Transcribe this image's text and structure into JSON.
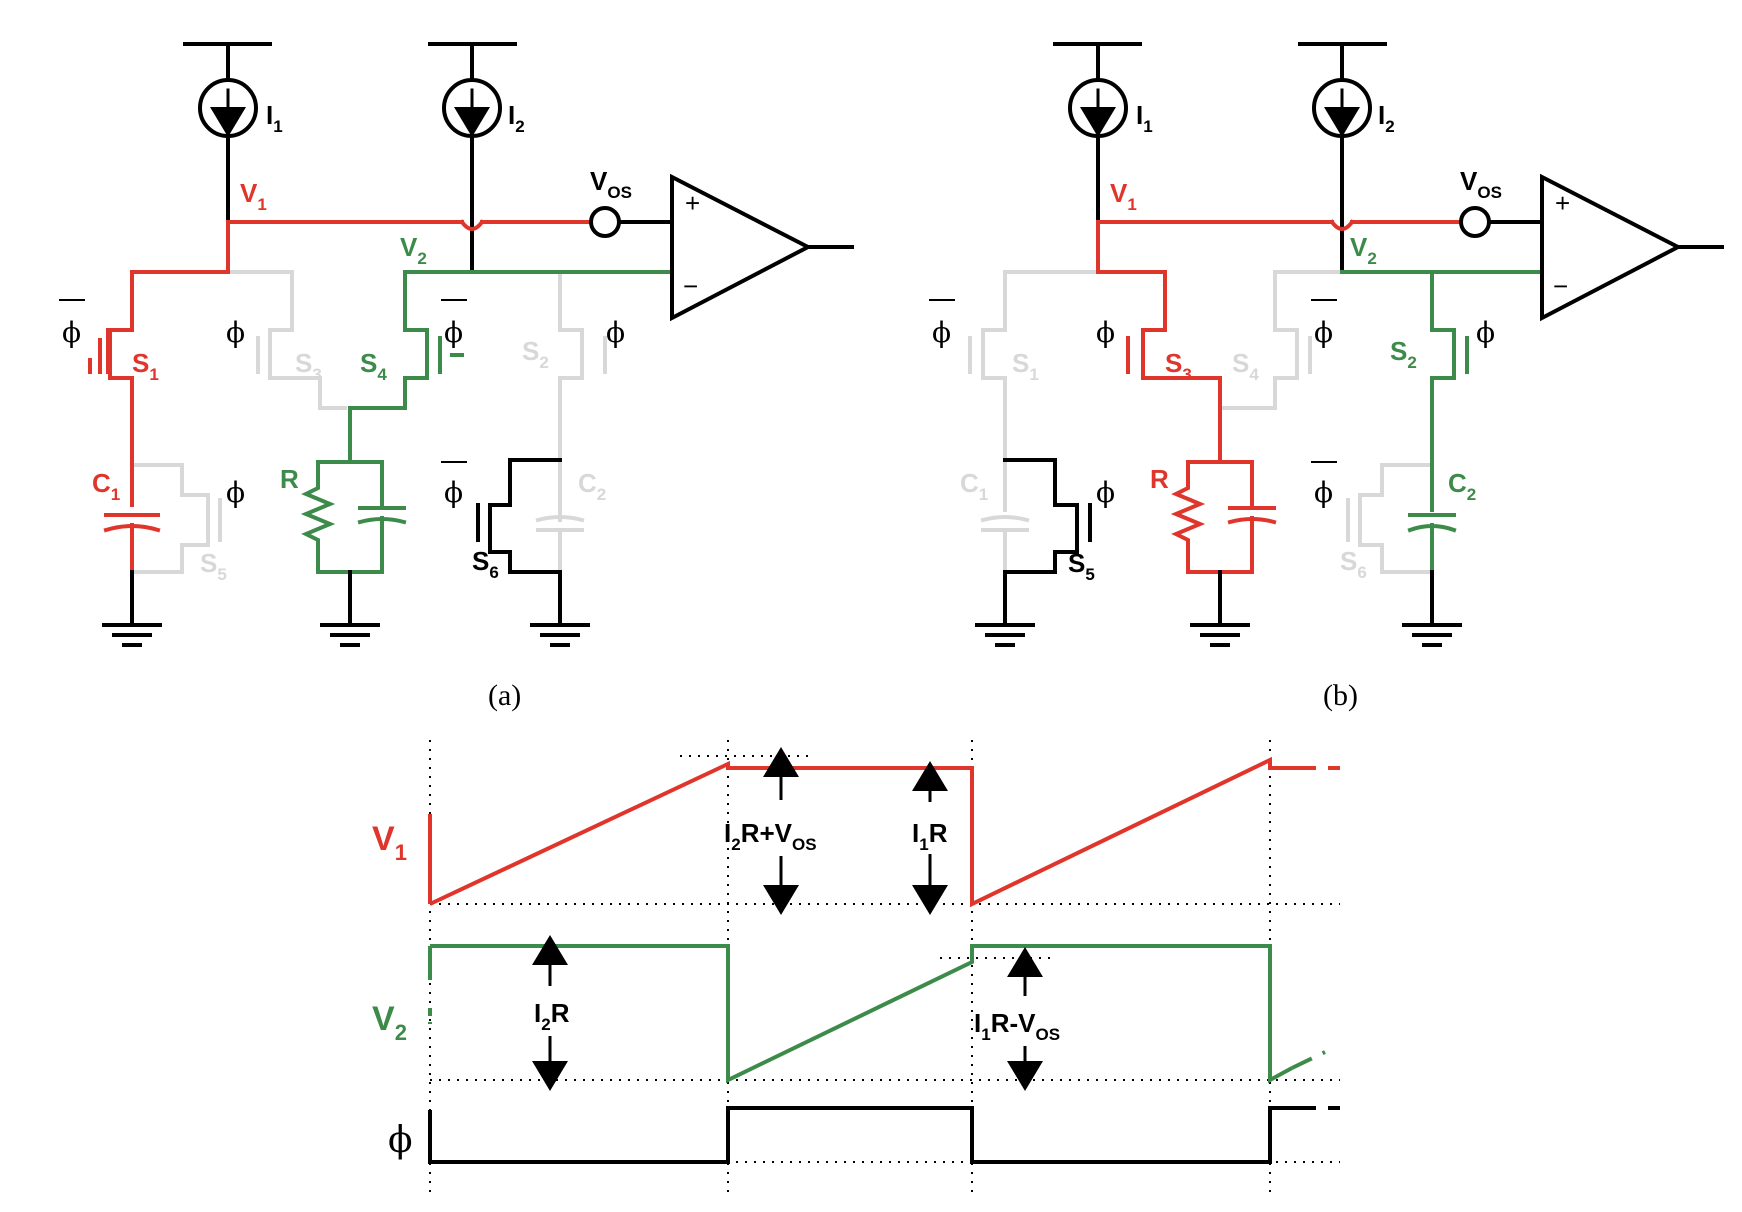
{
  "colors": {
    "red": "#e0352b",
    "green": "#3d8b4a",
    "black": "#000000",
    "gray": "#d8d8d8",
    "accent_note": "red=V1 path, green=V2 path, gray=inactive"
  },
  "captions": {
    "a": "(a)",
    "b": "(b)"
  },
  "circuit": {
    "i1": "I",
    "i1_sub": "1",
    "i2": "I",
    "i2_sub": "2",
    "v1": "V",
    "v1_sub": "1",
    "v2": "V",
    "v2_sub": "2",
    "vos": "V",
    "vos_sub": "OS",
    "plus": "+",
    "minus": "−",
    "phi": "ϕ",
    "s1": "S",
    "s1_sub": "1",
    "s2": "S",
    "s2_sub": "2",
    "s3": "S",
    "s3_sub": "3",
    "s4": "S",
    "s4_sub": "4",
    "s5": "S",
    "s5_sub": "5",
    "s6": "S",
    "s6_sub": "6",
    "c1": "C",
    "c1_sub": "1",
    "c2": "C",
    "c2_sub": "2",
    "r": "R"
  },
  "waveforms": {
    "v1_label": "V",
    "v1_sub": "1",
    "v2_label": "V",
    "v2_sub": "2",
    "phi_label": "ϕ",
    "ann_i2r_vos": {
      "a": "I",
      "a_sub": "2",
      "b": "R+V",
      "b_sub": "OS"
    },
    "ann_i1r": {
      "a": "I",
      "a_sub": "1",
      "b": "R"
    },
    "ann_i2r": {
      "a": "I",
      "a_sub": "2",
      "b": "R"
    },
    "ann_i1r_vos": {
      "a": "I",
      "a_sub": "1",
      "b": "R-V",
      "b_sub": "OS"
    }
  }
}
